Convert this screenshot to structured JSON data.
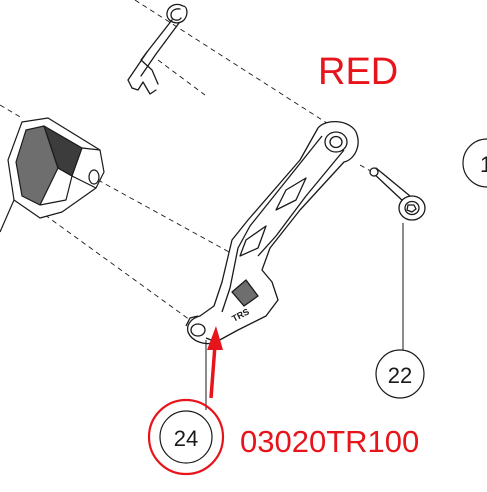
{
  "colors": {
    "accent": "#e8141b",
    "line": "#1a1a1a",
    "part_fill": "#ffffff",
    "part_shade": "#6e6e6e"
  },
  "labels": {
    "color_note": "RED",
    "part_number": "03020TR100",
    "partial_callout": "1"
  },
  "callouts": [
    {
      "id": "22",
      "label": "22",
      "highlighted": false
    },
    {
      "id": "24",
      "label": "24",
      "highlighted": true
    }
  ],
  "part_logo": "TRS"
}
